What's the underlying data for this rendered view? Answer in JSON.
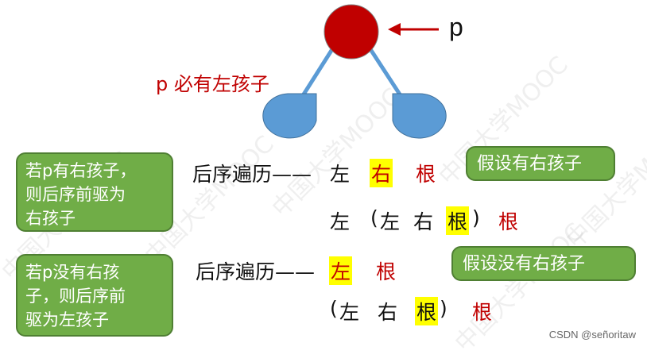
{
  "tree": {
    "pointer_label": "p",
    "left_child_note": "p 必有左孩子",
    "colors": {
      "root": "#c00000",
      "child": "#5b9bd5",
      "edge": "#5b9bd5",
      "arrow": "#c00000"
    }
  },
  "case1": {
    "callout_left": [
      "若p有右孩子，",
      "则后序前驱为",
      "右孩子"
    ],
    "label": "后序遍历——",
    "seq1": {
      "left": "左",
      "right": "右",
      "root": "根"
    },
    "callout_right": "假设有右孩子",
    "seq2": {
      "left": "左",
      "open": "(",
      "inner_left": "左",
      "inner_right": "右",
      "inner_root": "根",
      "close": ")",
      "root": "根"
    }
  },
  "case2": {
    "callout_left": [
      "若p没有右孩",
      "子，则后序前",
      "驱为左孩子"
    ],
    "label": "后序遍历——",
    "seq1": {
      "left": "左",
      "root": "根"
    },
    "callout_right": "假设没有右孩子",
    "seq2": {
      "open": "(",
      "inner_left": "左",
      "inner_right": "右",
      "inner_root": "根",
      "close": ")",
      "root": "根"
    }
  },
  "watermark": [
    "中国大学MOOC",
    "中国大学MOOC",
    "中国大学MOOC",
    "中国大学MOOC",
    "中国大学MOOC",
    "中国大学MOOC"
  ],
  "footer": "CSDN @señoritaw"
}
